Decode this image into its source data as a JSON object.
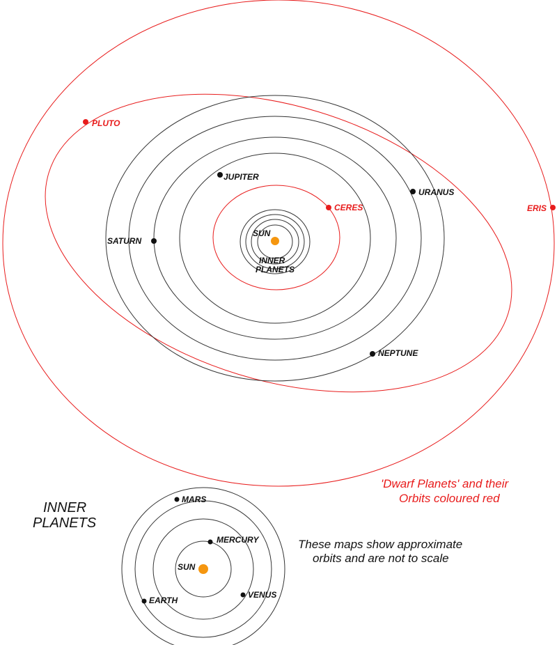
{
  "colors": {
    "orbit": "#333333",
    "dwarf": "#e81c1c",
    "sun": "#f5960f",
    "planet": "#111111"
  },
  "outer_map": {
    "sun_label": "SUN",
    "inner_label_line1": "INNER",
    "inner_label_line2": "PLANETS",
    "planets": [
      {
        "id": "jupiter",
        "label": "JUPITER",
        "dwarf": false
      },
      {
        "id": "saturn",
        "label": "SATURN",
        "dwarf": false
      },
      {
        "id": "uranus",
        "label": "URANUS",
        "dwarf": false
      },
      {
        "id": "neptune",
        "label": "NEPTUNE",
        "dwarf": false
      },
      {
        "id": "ceres",
        "label": "CERES",
        "dwarf": true
      },
      {
        "id": "pluto",
        "label": "PLUTO",
        "dwarf": true
      },
      {
        "id": "eris",
        "label": "ERIS",
        "dwarf": true
      }
    ]
  },
  "inner_map": {
    "title_line1": "INNER",
    "title_line2": "PLANETS",
    "sun_label": "SUN",
    "planets": [
      {
        "id": "mercury",
        "label": "MERCURY"
      },
      {
        "id": "venus",
        "label": "VENUS"
      },
      {
        "id": "earth",
        "label": "EARTH"
      },
      {
        "id": "mars",
        "label": "MARS"
      }
    ]
  },
  "notes": {
    "dwarf_line1": "'Dwarf Planets' and their",
    "dwarf_line2": "Orbits coloured red",
    "scale_line1": "These maps show approximate",
    "scale_line2": "orbits and are not to scale"
  }
}
